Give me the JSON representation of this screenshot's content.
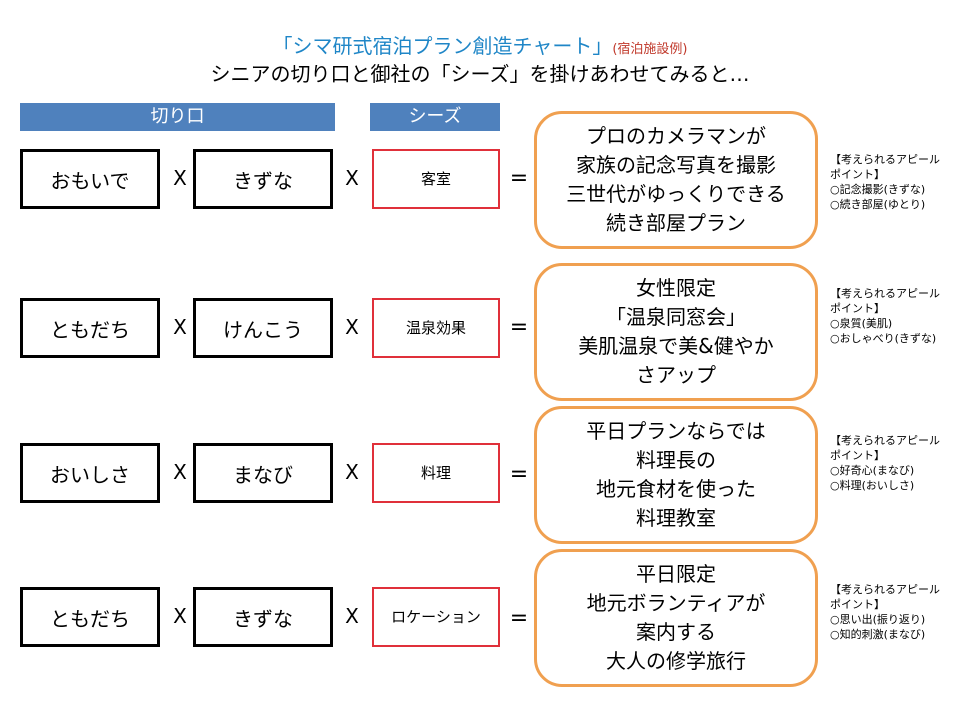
{
  "title": {
    "main": "「シマ研式宿泊プラン創造チャート」",
    "sub": "(宿泊施設例)",
    "line2": "シニアの切り口と御社の「シーズ」を掛けあわせてみると…"
  },
  "headers": {
    "kiriguchi": "切り口",
    "needs": "シーズ"
  },
  "operators": {
    "cross": "X",
    "equals": "="
  },
  "rows": [
    {
      "c1": "おもいで",
      "c2": "きずな",
      "need": "客室",
      "result": [
        "プロのカメラマンが",
        "家族の記念写真を撮影",
        "三世代がゆっくりできる",
        "続き部屋プラン"
      ],
      "appeal": [
        "【考えられるアピール",
        "ポイント】",
        "○記念撮影(きずな)",
        "○続き部屋(ゆとり)"
      ]
    },
    {
      "c1": "ともだち",
      "c2": "けんこう",
      "need": "温泉効果",
      "result": [
        "女性限定",
        "「温泉同窓会」",
        "美肌温泉で美&健やか",
        "さアップ"
      ],
      "appeal": [
        "【考えられるアピール",
        "ポイント】",
        "○泉質(美肌)",
        "○おしゃべり(きずな)"
      ]
    },
    {
      "c1": "おいしさ",
      "c2": "まなび",
      "need": "料理",
      "result": [
        "平日プランならでは",
        "料理長の",
        "地元食材を使った",
        "料理教室"
      ],
      "appeal": [
        "【考えられるアピール",
        "ポイント】",
        "○好奇心(まなび)",
        "○料理(おいしさ)"
      ]
    },
    {
      "c1": "ともだち",
      "c2": "きずな",
      "need": "ロケーション",
      "result": [
        "平日限定",
        "地元ボランティアが",
        "案内する",
        "大人の修学旅行"
      ],
      "appeal": [
        "【考えられるアピール",
        "ポイント】",
        "○思い出(振り返り)",
        "○知的刺激(まなび)"
      ]
    }
  ]
}
